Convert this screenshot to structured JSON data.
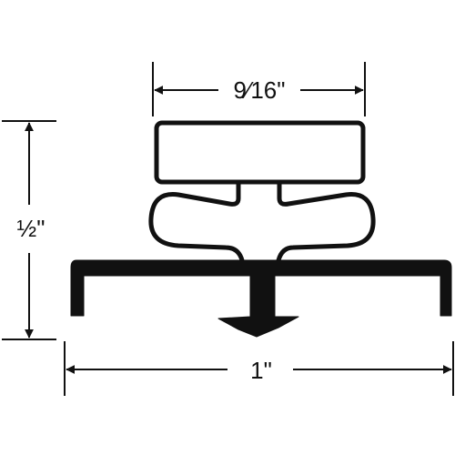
{
  "dimensions": {
    "top_width": "9⁄16\"",
    "height": "½\"",
    "bottom_width": "1\""
  },
  "colors": {
    "stroke": "#111111",
    "background": "#ffffff"
  }
}
